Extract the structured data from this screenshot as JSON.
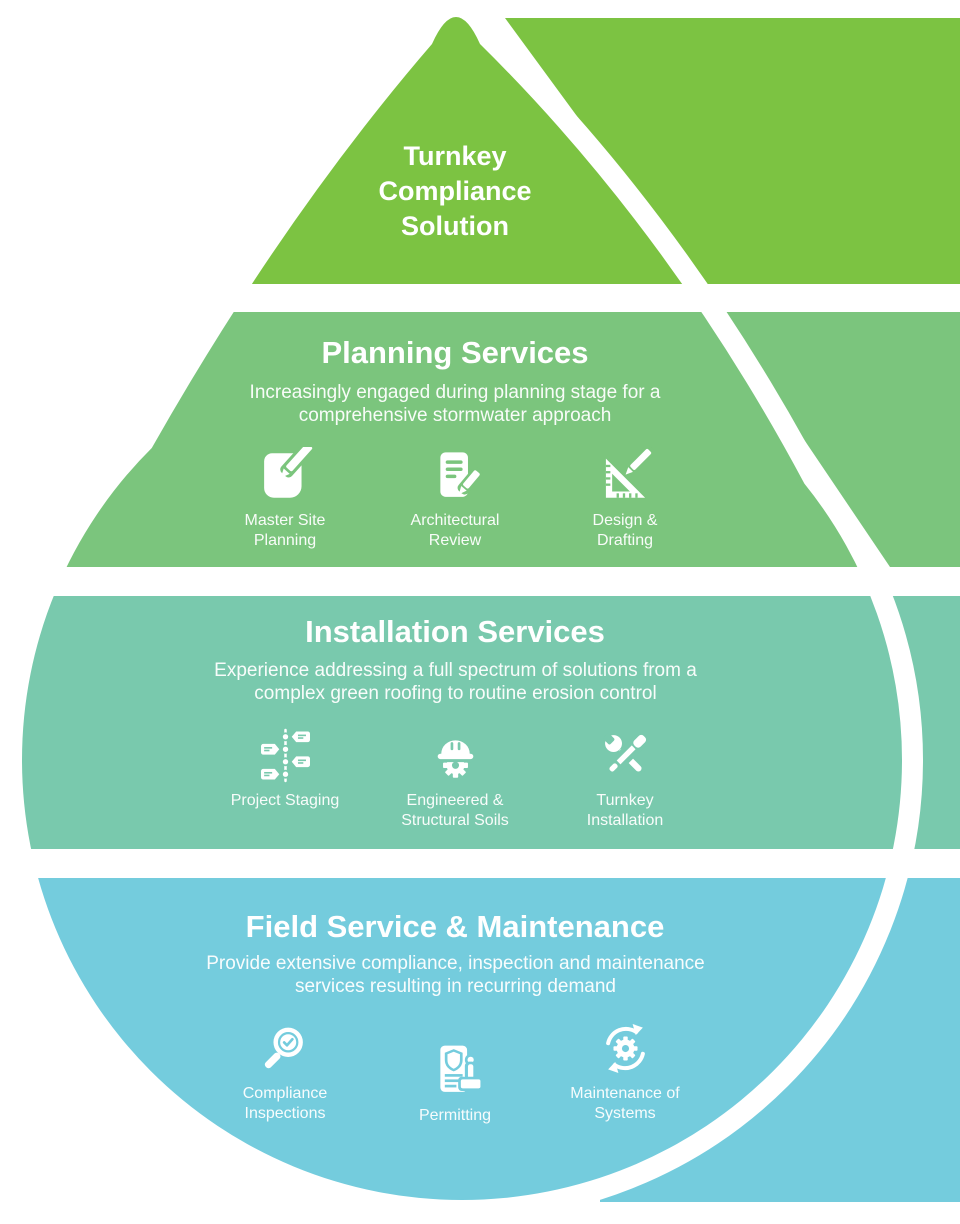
{
  "colors": {
    "tier1": "#7cc342",
    "tier2": "#7bc57d",
    "tier3": "#79c9ad",
    "tier4": "#74ccdd",
    "text": "#ffffff"
  },
  "tiers": [
    {
      "title": "Turnkey Compliance Solution",
      "subtitle": "",
      "items": []
    },
    {
      "title": "Planning Services",
      "subtitle": "Increasingly engaged during planning stage for a comprehensive stormwater approach",
      "items": [
        {
          "label": "Master Site Planning",
          "icon": "blueprint-pencil-icon"
        },
        {
          "label": "Architectural Review",
          "icon": "document-pencil-icon"
        },
        {
          "label": "Design & Drafting",
          "icon": "ruler-pencil-icon"
        }
      ]
    },
    {
      "title": "Installation Services",
      "subtitle": "Experience addressing a full spectrum of solutions from a complex green roofing to routine erosion control",
      "items": [
        {
          "label": "Project Staging",
          "icon": "timeline-tags-icon"
        },
        {
          "label": "Engineered & Structural Soils",
          "icon": "hardhat-gear-icon"
        },
        {
          "label": "Turnkey Installation",
          "icon": "screwdriver-wrench-icon"
        }
      ]
    },
    {
      "title": "Field Service & Maintenance",
      "subtitle": "Provide extensive compliance, inspection and maintenance services resulting in recurring demand",
      "items": [
        {
          "label": "Compliance Inspections",
          "icon": "magnifier-check-icon"
        },
        {
          "label": "Permitting",
          "icon": "document-stamp-icon"
        },
        {
          "label": "Maintenance of Systems",
          "icon": "gear-sync-icon"
        }
      ]
    }
  ]
}
